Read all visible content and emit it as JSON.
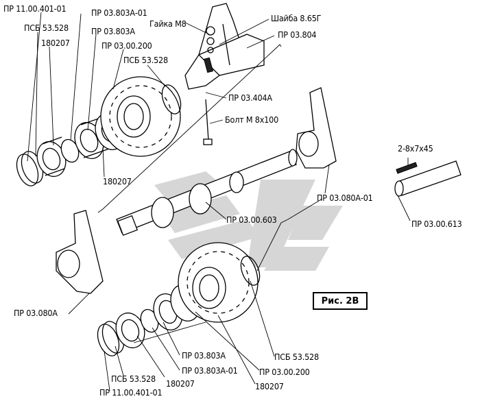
{
  "figure_caption": "Рис. 2В",
  "labels": {
    "l1": "ПР 11.00.401-01",
    "l2": "ПР 03.803А-01",
    "l3": "ПСБ 53.528",
    "l4": "ПР 03.803А",
    "l5": "180207",
    "l6": "ПР 03.00.200",
    "l7": "ПСБ 53.528",
    "l8": "Гайка М8",
    "l9": "Шайба 8.65Г",
    "l10": "ПР 03.804",
    "l11": "ПР 03.404А",
    "l12": "Болт М 8х100",
    "l13": "2-8х7х45",
    "l14": "180207",
    "l15": "ПР 03.080А-01",
    "l16": "ПР 03.00.603",
    "l17": "ПР 03.00.613",
    "l18": "ПР 03.080А",
    "l19": "ПСБ 53.528",
    "l20": "ПР 03.803А",
    "l21": "ПР 03.803А-01",
    "l22": "ПР 03.00.200",
    "l23": "ПСБ 53.528",
    "l24": "180207",
    "l25": "180207",
    "l26": "ПР 11.00.401-01"
  }
}
